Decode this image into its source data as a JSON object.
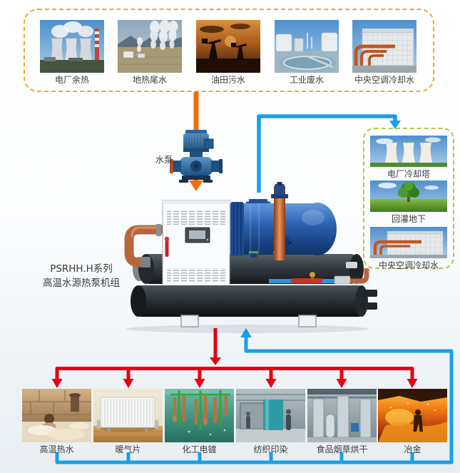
{
  "diagram": {
    "machine": {
      "series_title_line1": "PSRHH.H系列",
      "series_title_line2": "高温水源热泵机组"
    },
    "pump_label": "水泵",
    "heat_sources": {
      "items": [
        {
          "label": "电厂余热",
          "photo": "power-plant-waste-heat"
        },
        {
          "label": "地热尾水",
          "photo": "geothermal-tail-water"
        },
        {
          "label": "油田污水",
          "photo": "oilfield-wastewater"
        },
        {
          "label": "工业废水",
          "photo": "industrial-wastewater"
        },
        {
          "label": "中央空调冷却水",
          "photo": "central-ac-cooling-water"
        }
      ]
    },
    "discharge_paths": {
      "items": [
        {
          "label": "电厂冷却塔",
          "photo": "power-plant-cooling-tower"
        },
        {
          "label": "回灌地下",
          "photo": "ground-reinjection-tree"
        },
        {
          "label": "中央空调冷却水",
          "photo": "central-ac-cooling-water"
        }
      ]
    },
    "applications": {
      "items": [
        {
          "label": "高温热水",
          "photo": "high-temp-hot-water"
        },
        {
          "label": "暖气片",
          "photo": "radiator-heating"
        },
        {
          "label": "化工电镀",
          "photo": "chemical-electroplating"
        },
        {
          "label": "纺织印染",
          "photo": "textile-printing-dyeing"
        },
        {
          "label": "食品烟草烘干",
          "photo": "food-tobacco-drying"
        },
        {
          "label": "冶金",
          "photo": "metallurgy"
        }
      ]
    },
    "colors": {
      "source_flow_arrow": "#EE7008",
      "source_box_border": "#F6A623",
      "supply_flow_arrow": "#E60012",
      "return_flow_line": "#18A0E8",
      "discharge_box_border": "#B6C44F"
    }
  }
}
